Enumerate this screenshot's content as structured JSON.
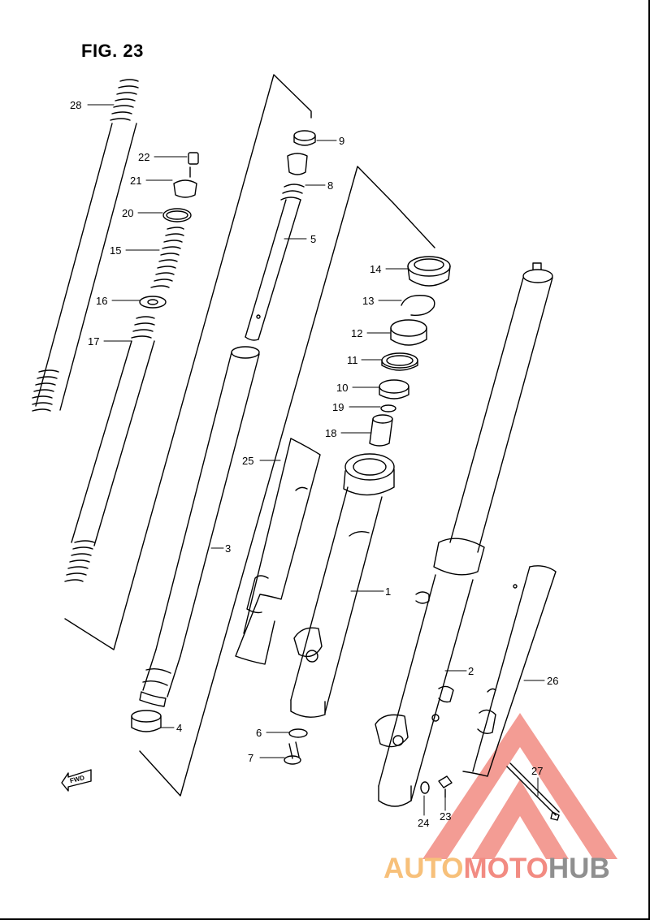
{
  "figure": {
    "title": "FIG. 23"
  },
  "direction_marker": {
    "text": "FWD",
    "icon": "arrow-left-icon"
  },
  "callouts": [
    {
      "id": "28",
      "text": "28"
    },
    {
      "id": "22",
      "text": "22"
    },
    {
      "id": "21",
      "text": "21"
    },
    {
      "id": "20",
      "text": "20"
    },
    {
      "id": "15",
      "text": "15"
    },
    {
      "id": "16",
      "text": "16"
    },
    {
      "id": "17",
      "text": "17"
    },
    {
      "id": "9",
      "text": "9"
    },
    {
      "id": "8",
      "text": "8"
    },
    {
      "id": "5",
      "text": "5"
    },
    {
      "id": "14",
      "text": "14"
    },
    {
      "id": "13",
      "text": "13"
    },
    {
      "id": "12",
      "text": "12"
    },
    {
      "id": "11",
      "text": "11"
    },
    {
      "id": "10",
      "text": "10"
    },
    {
      "id": "19",
      "text": "19"
    },
    {
      "id": "18",
      "text": "18"
    },
    {
      "id": "25",
      "text": "25"
    },
    {
      "id": "3",
      "text": "3"
    },
    {
      "id": "1",
      "text": "1"
    },
    {
      "id": "2",
      "text": "2"
    },
    {
      "id": "26",
      "text": "26"
    },
    {
      "id": "4",
      "text": "4"
    },
    {
      "id": "6",
      "text": "6"
    },
    {
      "id": "7",
      "text": "7"
    },
    {
      "id": "27",
      "text": "27"
    },
    {
      "id": "24",
      "text": "24"
    },
    {
      "id": "23",
      "text": "23"
    }
  ],
  "watermark": {
    "part1": "AUTO",
    "part2": "MOTO",
    "part3": "HUB",
    "colors": {
      "part1": "#f7c07a",
      "part2": "#f28b82",
      "part3": "#8f8f8f",
      "logo": "#f28b82"
    }
  }
}
